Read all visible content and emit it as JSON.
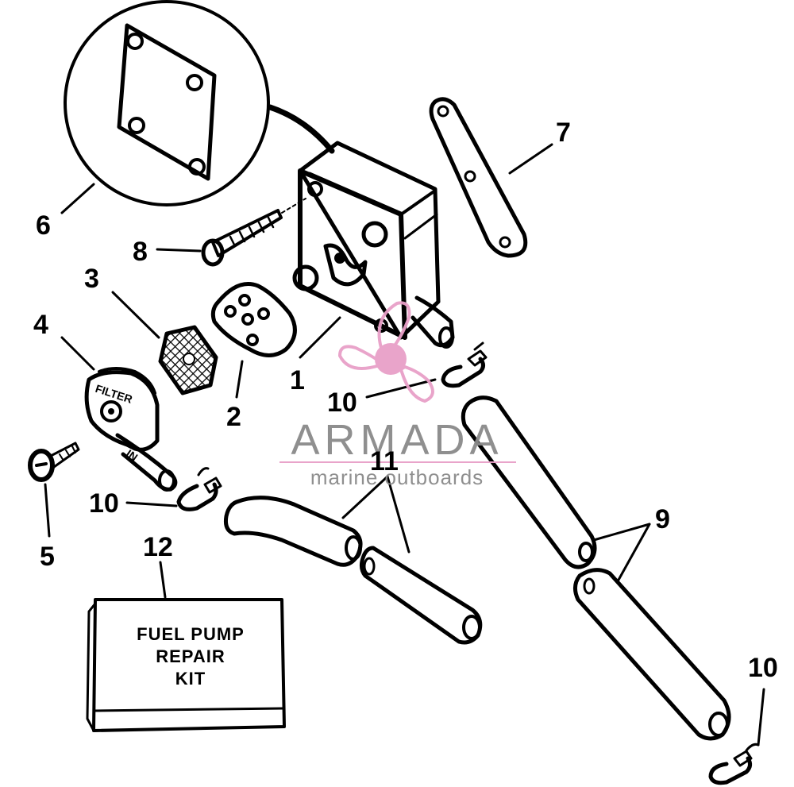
{
  "callouts": {
    "n1": "1",
    "n2": "2",
    "n3": "3",
    "n4": "4",
    "n5": "5",
    "n6": "6",
    "n7": "7",
    "n8": "8",
    "n9": "9",
    "n10a": "10",
    "n10b": "10",
    "n10c": "10",
    "n11": "11",
    "n12": "12"
  },
  "kit": {
    "line1": "FUEL PUMP",
    "line2": "REPAIR",
    "line3": "KIT"
  },
  "filter_text": "FILTER",
  "filter_in": "IN",
  "watermark": {
    "brand": "ARMADA",
    "tagline": "marine outboards",
    "color_pink": "#e8a0c8",
    "color_gray": "#8a8a8a"
  }
}
